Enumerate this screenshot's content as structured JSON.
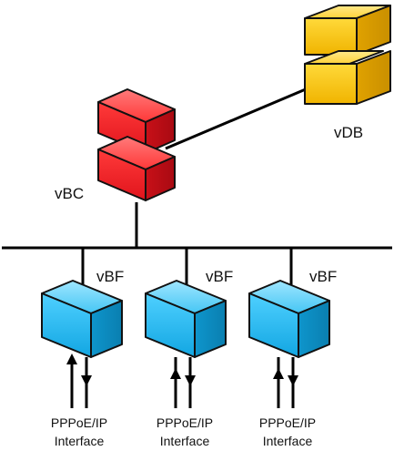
{
  "nodes": {
    "vdb": {
      "label": "vDB",
      "color": "#f6c21a"
    },
    "vbc": {
      "label": "vBC",
      "color": "#ee1c24"
    },
    "vbf": [
      {
        "label": "vBF",
        "color": "#1ab6ef",
        "interface_line1": "PPPoE/IP",
        "interface_line2": "Interface"
      },
      {
        "label": "vBF",
        "color": "#1ab6ef",
        "interface_line1": "PPPoE/IP",
        "interface_line2": "Interface"
      },
      {
        "label": "vBF",
        "color": "#1ab6ef",
        "interface_line1": "PPPoE/IP",
        "interface_line2": "Interface"
      }
    ]
  },
  "colors": {
    "line": "#000000",
    "outline": "#111111"
  }
}
